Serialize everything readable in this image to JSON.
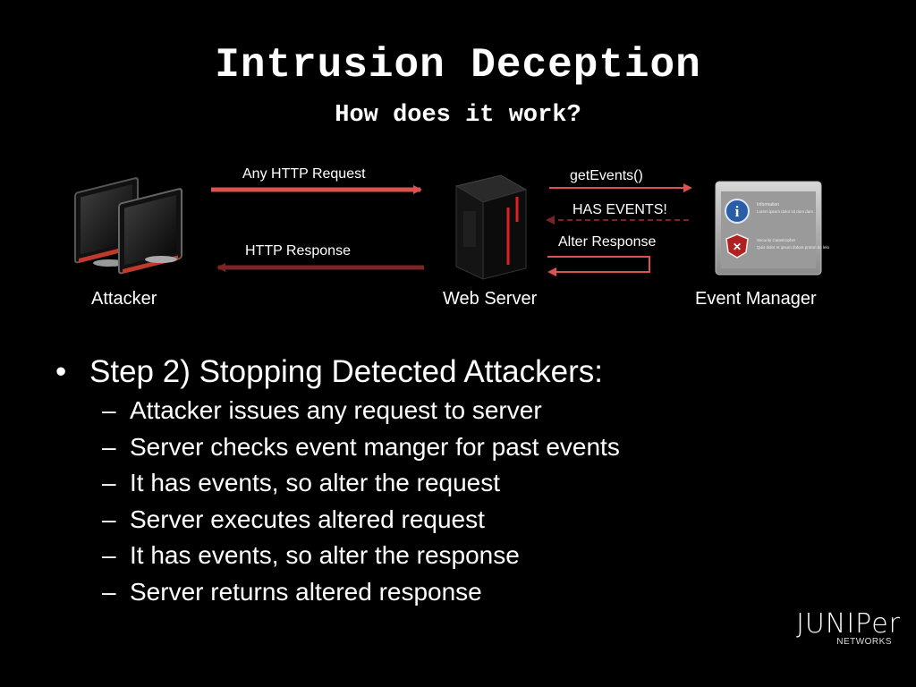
{
  "slide": {
    "title": "Intrusion Deception",
    "subtitle": "How does it work?"
  },
  "diagram": {
    "nodes": {
      "attacker": "Attacker",
      "web_server": "Web Server",
      "event_manager": "Event Manager"
    },
    "arrows": {
      "any_http_request": "Any HTTP Request",
      "http_response": "HTTP Response",
      "get_events": "getEvents()",
      "has_events": "HAS EVENTS!",
      "alter_response": "Alter Response"
    },
    "event_panel": {
      "info_title": "Information",
      "info_text": "Lorem ipsum dolor sit dum dum",
      "security_title": "Security Catastrophe!",
      "security_text": "Quis dolor et ipsum dolore proton do lelo"
    }
  },
  "bullets": {
    "main": "Step 2) Stopping Detected Attackers:",
    "sub": [
      "Attacker issues any request to server",
      "Server checks event manger for past events",
      "It has events, so alter the request",
      "Server executes altered request",
      "It has events, so alter the response",
      "Server returns altered response"
    ]
  },
  "logo": {
    "word": "JUNIPer",
    "sub": "NETWORKS"
  },
  "colors": {
    "background": "#000000",
    "arrow_red": "#d9534f",
    "arrow_dark_red": "#7a2424",
    "accent_red": "#e02020"
  }
}
